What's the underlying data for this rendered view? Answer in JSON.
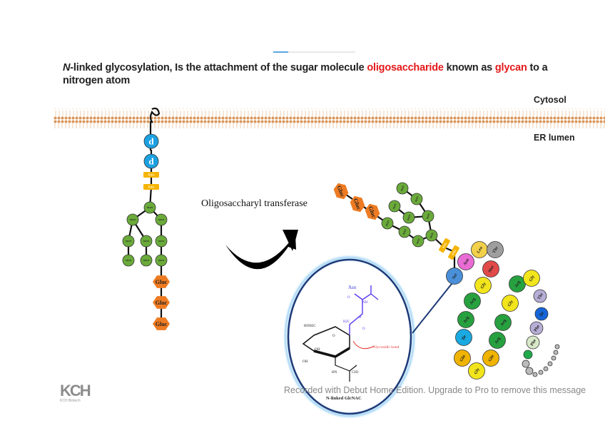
{
  "progress": {
    "value_percent": 18
  },
  "title": {
    "prefix_italic": "N",
    "part1": "-linked glycosylation, Is the attachment of the sugar molecule ",
    "highlight1": "oligosaccharide",
    "part2": " known as ",
    "highlight2": "glycan",
    "part3": " to a nitrogen atom",
    "highlight_color": "#e5191b"
  },
  "labels": {
    "cytosol": "Cytosol",
    "er_lumen": "ER lumen",
    "enzyme": "Oligosaccharyl transferase"
  },
  "left_chain": {
    "dolichol": [
      "d",
      "d"
    ],
    "glcnac": [
      "NAG",
      "NAG"
    ],
    "mannose": "MAN",
    "glucose": [
      "Gluc",
      "Gluc",
      "Gluc"
    ]
  },
  "right_chain": {
    "glucose": [
      "Gluc",
      "Gluc",
      "Gluc"
    ],
    "mannose": "MAN",
    "glcnac": [
      "NAG",
      "NAG"
    ],
    "peptide": [
      "Ser",
      "Asn",
      "Leu",
      "Thr",
      "Met",
      "Gly",
      "Arg",
      "Arg",
      "Ile",
      "Gln",
      "Gly",
      "Gln",
      "Arg",
      "Arg",
      "Gly",
      "Arg",
      "Gly",
      "Thr",
      "Ile",
      "Phe",
      "Phe"
    ]
  },
  "inset": {
    "residue": "Asn",
    "bond": "Glycosidic bond",
    "caption": "N-linked GlcNAC",
    "atoms": {
      "hoh2c": "HOH2C",
      "oh1": "OH",
      "oh2": "OH",
      "hn": "HN",
      "ch3": "CH3",
      "h2c": "H2C",
      "o1": "O",
      "o2": "O",
      "o3": "O",
      "h": "H",
      "nh": "NH"
    }
  },
  "logo": {
    "text": "KCH",
    "subtext": "KCH Biotech"
  },
  "watermark": "Recorded with Debut Home Edition. Upgrade to Pro to remove this message",
  "colors": {
    "membrane": "#d9955a",
    "dolichol": "#1ba1e2",
    "glcnac": "#f5b400",
    "mannose": "#6aaa3a",
    "glucose": "#ee7b22"
  }
}
